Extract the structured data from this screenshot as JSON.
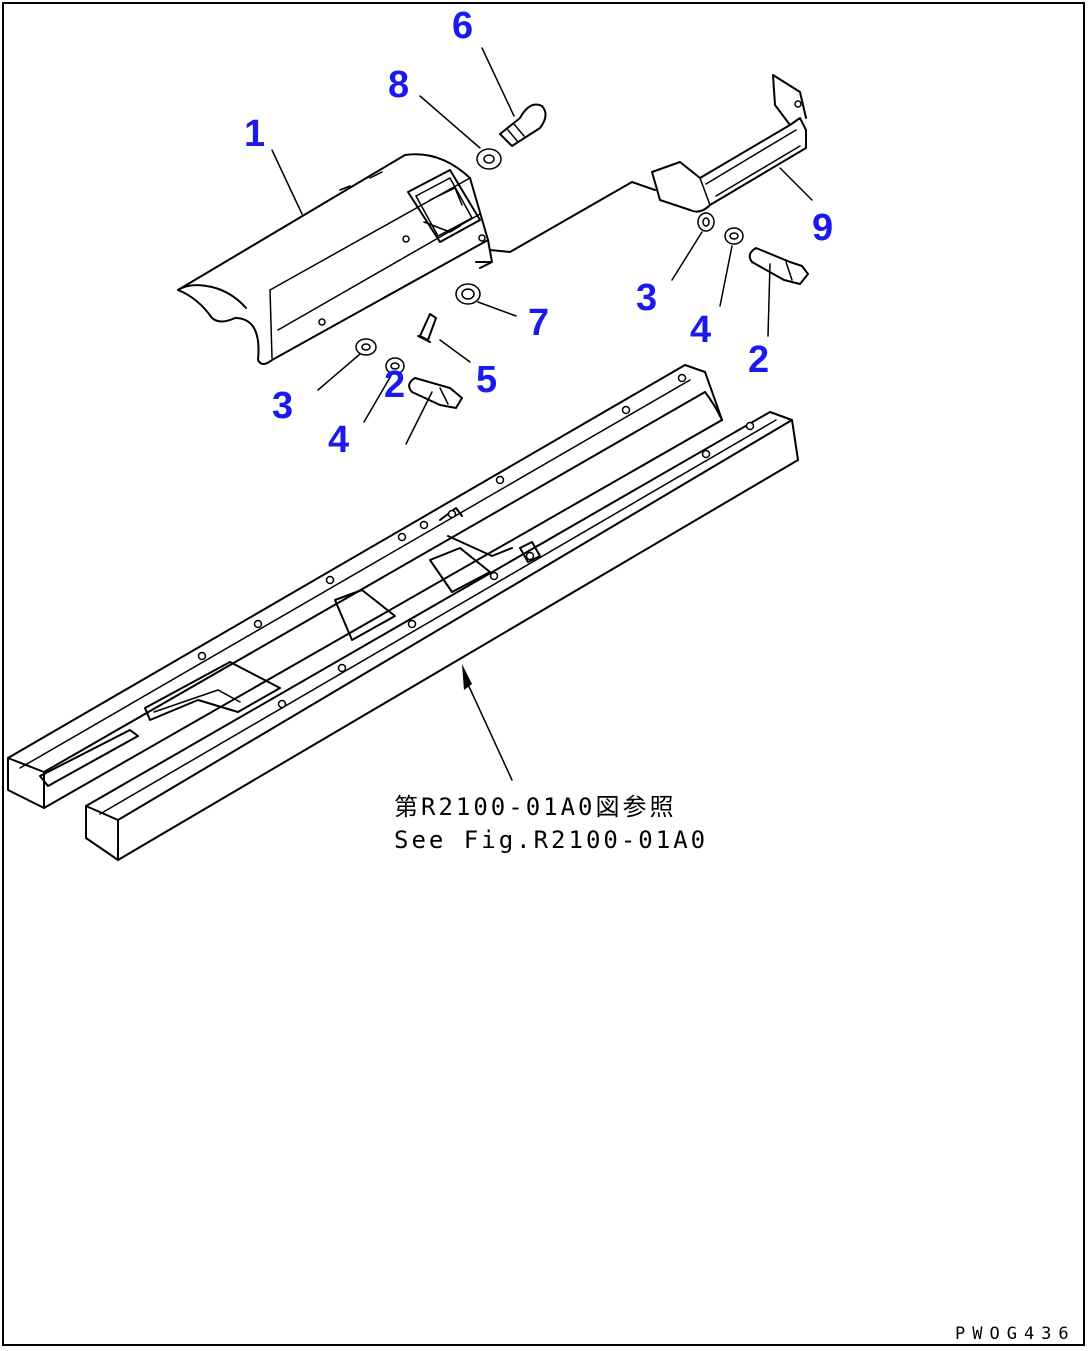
{
  "callouts": [
    {
      "id": "1",
      "label": "1"
    },
    {
      "id": "2a",
      "label": "2"
    },
    {
      "id": "2b",
      "label": "2"
    },
    {
      "id": "3a",
      "label": "3"
    },
    {
      "id": "3b",
      "label": "3"
    },
    {
      "id": "4a",
      "label": "4"
    },
    {
      "id": "4b",
      "label": "4"
    },
    {
      "id": "5",
      "label": "5"
    },
    {
      "id": "6",
      "label": "6"
    },
    {
      "id": "7",
      "label": "7"
    },
    {
      "id": "8",
      "label": "8"
    },
    {
      "id": "9",
      "label": "9"
    }
  ],
  "reference_note": {
    "line_jp": "第R2100-01A0図参照",
    "line_en": "See Fig.R2100-01A0"
  },
  "drawing_code": "PWOG436",
  "colors": {
    "callout": "#1a1aee",
    "line": "#000000",
    "background": "#ffffff"
  }
}
